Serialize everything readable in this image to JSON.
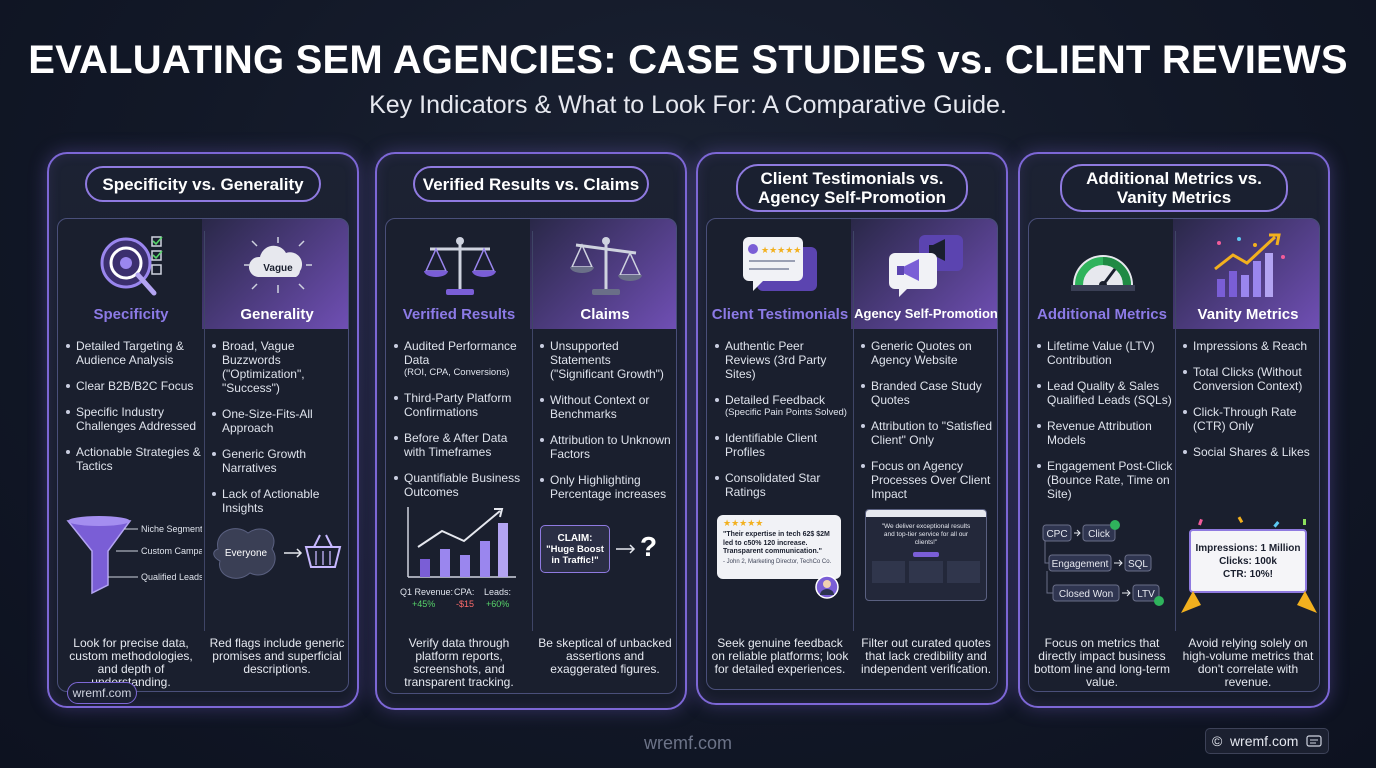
{
  "header": {
    "title": "EVALUATING SEM AGENCIES: CASE STUDIES vs. CLIENT REVIEWS",
    "subtitle": "Key Indicators & What to Look For: A Comparative Guide."
  },
  "cards": [
    {
      "title": "Specificity vs. Generality",
      "left": {
        "title": "Specificity",
        "bullets": [
          "Detailed Targeting & Audience Analysis",
          "Clear B2B/B2C Focus",
          "Specific Industry Challenges Addressed",
          "Actionable Strategies & Tactics"
        ],
        "footer": "Look for precise data, custom methodologies, and depth of understanding.",
        "funnel_labels": [
          "Niche Segments",
          "Custom Campaigns",
          "Qualified Leads"
        ]
      },
      "right": {
        "title": "Generality",
        "bullets": [
          "Broad, Vague Buzzwords (\"Optimization\", \"Success\")",
          "One-Size-Fits-All Approach",
          "Generic Growth Narratives",
          "Lack of Actionable Insights"
        ],
        "footer": "Red flags include generic promises and superficial descriptions.",
        "cloud_label": "Vague",
        "blob_label": "Everyone"
      },
      "badge": "wremf.com"
    },
    {
      "title": "Verified Results vs. Claims",
      "left": {
        "title": "Verified Results",
        "bullets": [
          "Audited Performance Data",
          "Third-Party Platform Confirmations",
          "Before & After Data with Timeframes",
          "Quantifiable Business Outcomes"
        ],
        "bullet0_sub": "(ROI, CPA, Conversions)",
        "footer": "Verify data through platform reports, screenshots, and transparent tracking.",
        "metrics": [
          {
            "label": "Q1 Revenue:",
            "value": "+45%"
          },
          {
            "label": "CPA:",
            "value": "-$15"
          },
          {
            "label": "Leads:",
            "value": "+60%"
          }
        ]
      },
      "right": {
        "title": "Claims",
        "bullets": [
          "Unsupported Statements (\"Significant Growth\")",
          "Without Context or Benchmarks",
          "Attribution to Unknown Factors",
          "Only Highlighting Percentage increases"
        ],
        "footer": "Be skeptical of unbacked assertions and exaggerated figures.",
        "claim_label": "CLAIM:",
        "claim_text": "\"Huge Boost in Traffic!\"",
        "question": "?"
      }
    },
    {
      "title": "Client Testimonials vs. Agency Self-Promotion",
      "left": {
        "title": "Client Testimonials",
        "bullets": [
          "Authentic Peer Reviews (3rd Party Sites)",
          "Detailed Feedback",
          "Identifiable Client Profiles",
          "Consolidated Star Ratings"
        ],
        "bullet1_sub": "(Specific Pain Points Solved)",
        "footer": "Seek genuine feedback on reliable platforms; look for detailed experiences.",
        "stars": "★★★★★",
        "review_quote": "\"Their expertise in tech 62$ $2M led to c50% 120 increase. Transparent communication.\"",
        "review_author": "- John 2, Marketing Director, TechCo Co."
      },
      "right": {
        "title": "Agency Self-Promotion",
        "bullets": [
          "Generic Quotes on Agency Website",
          "Branded Case Study Quotes",
          "Attribution to \"Satisfied Client\" Only",
          "Focus on Agency Processes Over Client Impact"
        ],
        "footer": "Filter out curated quotes that lack credibility and independent verification.",
        "site_quote": "\"We deliver exceptional results and top-tier service for all our clients!\""
      }
    },
    {
      "title": "Additional Metrics vs. Vanity Metrics",
      "left": {
        "title": "Additional Metrics",
        "bullets": [
          "Lifetime Value (LTV) Contribution",
          "Lead Quality & Sales Qualified Leads (SQLs)",
          "Revenue Attribution Models",
          "Engagement Post-Click (Bounce Rate, Time on Site)"
        ],
        "footer": "Focus on metrics that directly impact business bottom line and long-term value.",
        "flow": [
          "CPC",
          "Click",
          "Engagement",
          "SQL",
          "Closed Won",
          "LTV"
        ]
      },
      "right": {
        "title": "Vanity Metrics",
        "bullets": [
          "Impressions & Reach",
          "Total Clicks (Without Conversion Context)",
          "Click-Through Rate (CTR) Only",
          "Social Shares & Likes"
        ],
        "footer": "Avoid relying solely on high-volume metrics that don't correlate with revenue.",
        "screen_lines": [
          "Impressions: 1 Million",
          "Clicks: 100k",
          "CTR: 10%!"
        ]
      }
    }
  ],
  "watermark": "wremf.com",
  "corner_badge": {
    "text": "wremf.com",
    "icon": "copyright-icon"
  },
  "colors": {
    "accent": "#7d67d6",
    "accent_light": "#8c7ae6",
    "positive": "#57d46a",
    "negative": "#ff6b6b",
    "gauge_green": "#2fb35c"
  }
}
